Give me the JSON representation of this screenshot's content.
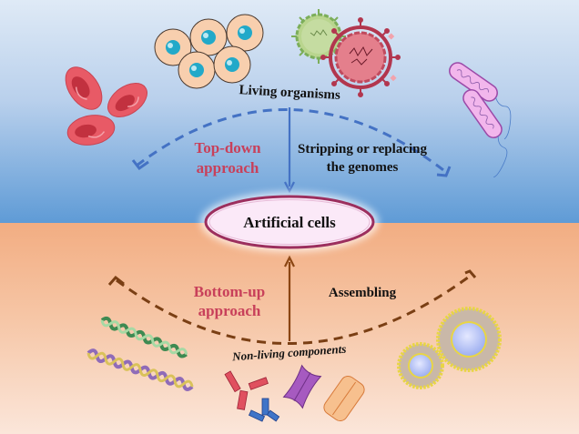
{
  "diagram": {
    "center_label": "Artificial cells",
    "top": {
      "source_label": "Living organisms",
      "approach_line1": "Top-down",
      "approach_line2": "approach",
      "process_line1": "Stripping or replacing",
      "process_line2": "the genomes",
      "icons": [
        "red-blood-cells-icon",
        "animal-cells-icon",
        "virus-icon",
        "bacteria-icon"
      ]
    },
    "bottom": {
      "source_label": "Non-living components",
      "approach_line1": "Bottom-up",
      "approach_line2": "approach",
      "process_label": "Assembling",
      "icons": [
        "dna-helix-icon",
        "antibody-icon",
        "protein-icon",
        "liposome-icon"
      ]
    },
    "colors": {
      "top_background": "#5f9bd6",
      "bottom_background": "#f2ad82",
      "approach_text": "#c8405a",
      "top_arrow": "#4472c4",
      "bottom_arrow": "#8b4513",
      "ellipse_border": "#9c2f5e",
      "ellipse_fill": "#fbe9f8"
    }
  }
}
